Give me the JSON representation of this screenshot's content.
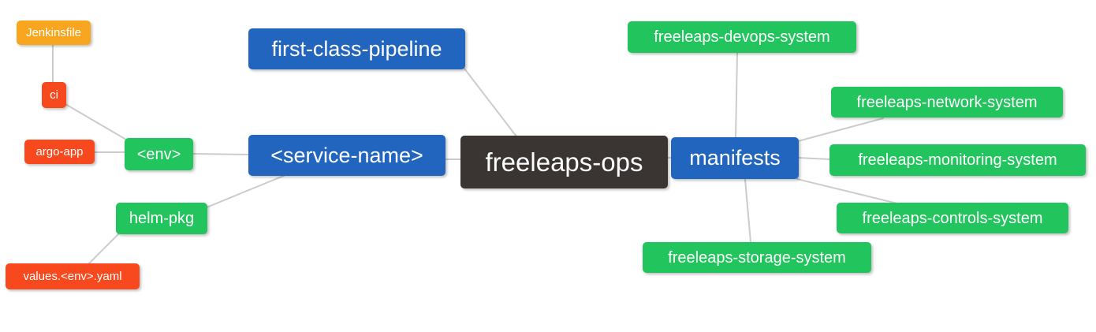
{
  "diagram": {
    "type": "mindmap",
    "root_label": "freeleaps-ops"
  },
  "colors": {
    "orange": "#F8A620",
    "red": "#F7491D",
    "green": "#21C45D",
    "blue": "#2265BE",
    "dark": "#3A3532",
    "edge": "#cccccc",
    "background": "#ffffff",
    "text": "#ffffff"
  },
  "nodes": [
    {
      "id": "jenkinsfile",
      "label": "Jenkinsfile",
      "color": "orange"
    },
    {
      "id": "ci",
      "label": "ci",
      "color": "red"
    },
    {
      "id": "argo-app",
      "label": "argo-app",
      "color": "red"
    },
    {
      "id": "env",
      "label": "<env>",
      "color": "green"
    },
    {
      "id": "helm-pkg",
      "label": "helm-pkg",
      "color": "green"
    },
    {
      "id": "values-env-yaml",
      "label": "values.<env>.yaml",
      "color": "red"
    },
    {
      "id": "first-class-pipeline",
      "label": "first-class-pipeline",
      "color": "blue"
    },
    {
      "id": "service-name",
      "label": "<service-name>",
      "color": "blue"
    },
    {
      "id": "freeleaps-ops",
      "label": "freeleaps-ops",
      "color": "dark"
    },
    {
      "id": "manifests",
      "label": "manifests",
      "color": "blue"
    },
    {
      "id": "freeleaps-devops-system",
      "label": "freeleaps-devops-system",
      "color": "green"
    },
    {
      "id": "freeleaps-network-system",
      "label": "freeleaps-network-system",
      "color": "green"
    },
    {
      "id": "freeleaps-monitoring-system",
      "label": "freeleaps-monitoring-system",
      "color": "green"
    },
    {
      "id": "freeleaps-controls-system",
      "label": "freeleaps-controls-system",
      "color": "green"
    },
    {
      "id": "freeleaps-storage-system",
      "label": "freeleaps-storage-system",
      "color": "green"
    }
  ],
  "edges": [
    {
      "from": "jenkinsfile",
      "to": "ci"
    },
    {
      "from": "ci",
      "to": "env"
    },
    {
      "from": "argo-app",
      "to": "env"
    },
    {
      "from": "env",
      "to": "service-name"
    },
    {
      "from": "service-name",
      "to": "helm-pkg"
    },
    {
      "from": "helm-pkg",
      "to": "values-env-yaml"
    },
    {
      "from": "first-class-pipeline",
      "to": "freeleaps-ops"
    },
    {
      "from": "service-name",
      "to": "freeleaps-ops"
    },
    {
      "from": "freeleaps-ops",
      "to": "manifests"
    },
    {
      "from": "manifests",
      "to": "freeleaps-devops-system"
    },
    {
      "from": "manifests",
      "to": "freeleaps-network-system"
    },
    {
      "from": "manifests",
      "to": "freeleaps-monitoring-system"
    },
    {
      "from": "manifests",
      "to": "freeleaps-controls-system"
    },
    {
      "from": "manifests",
      "to": "freeleaps-storage-system"
    }
  ]
}
